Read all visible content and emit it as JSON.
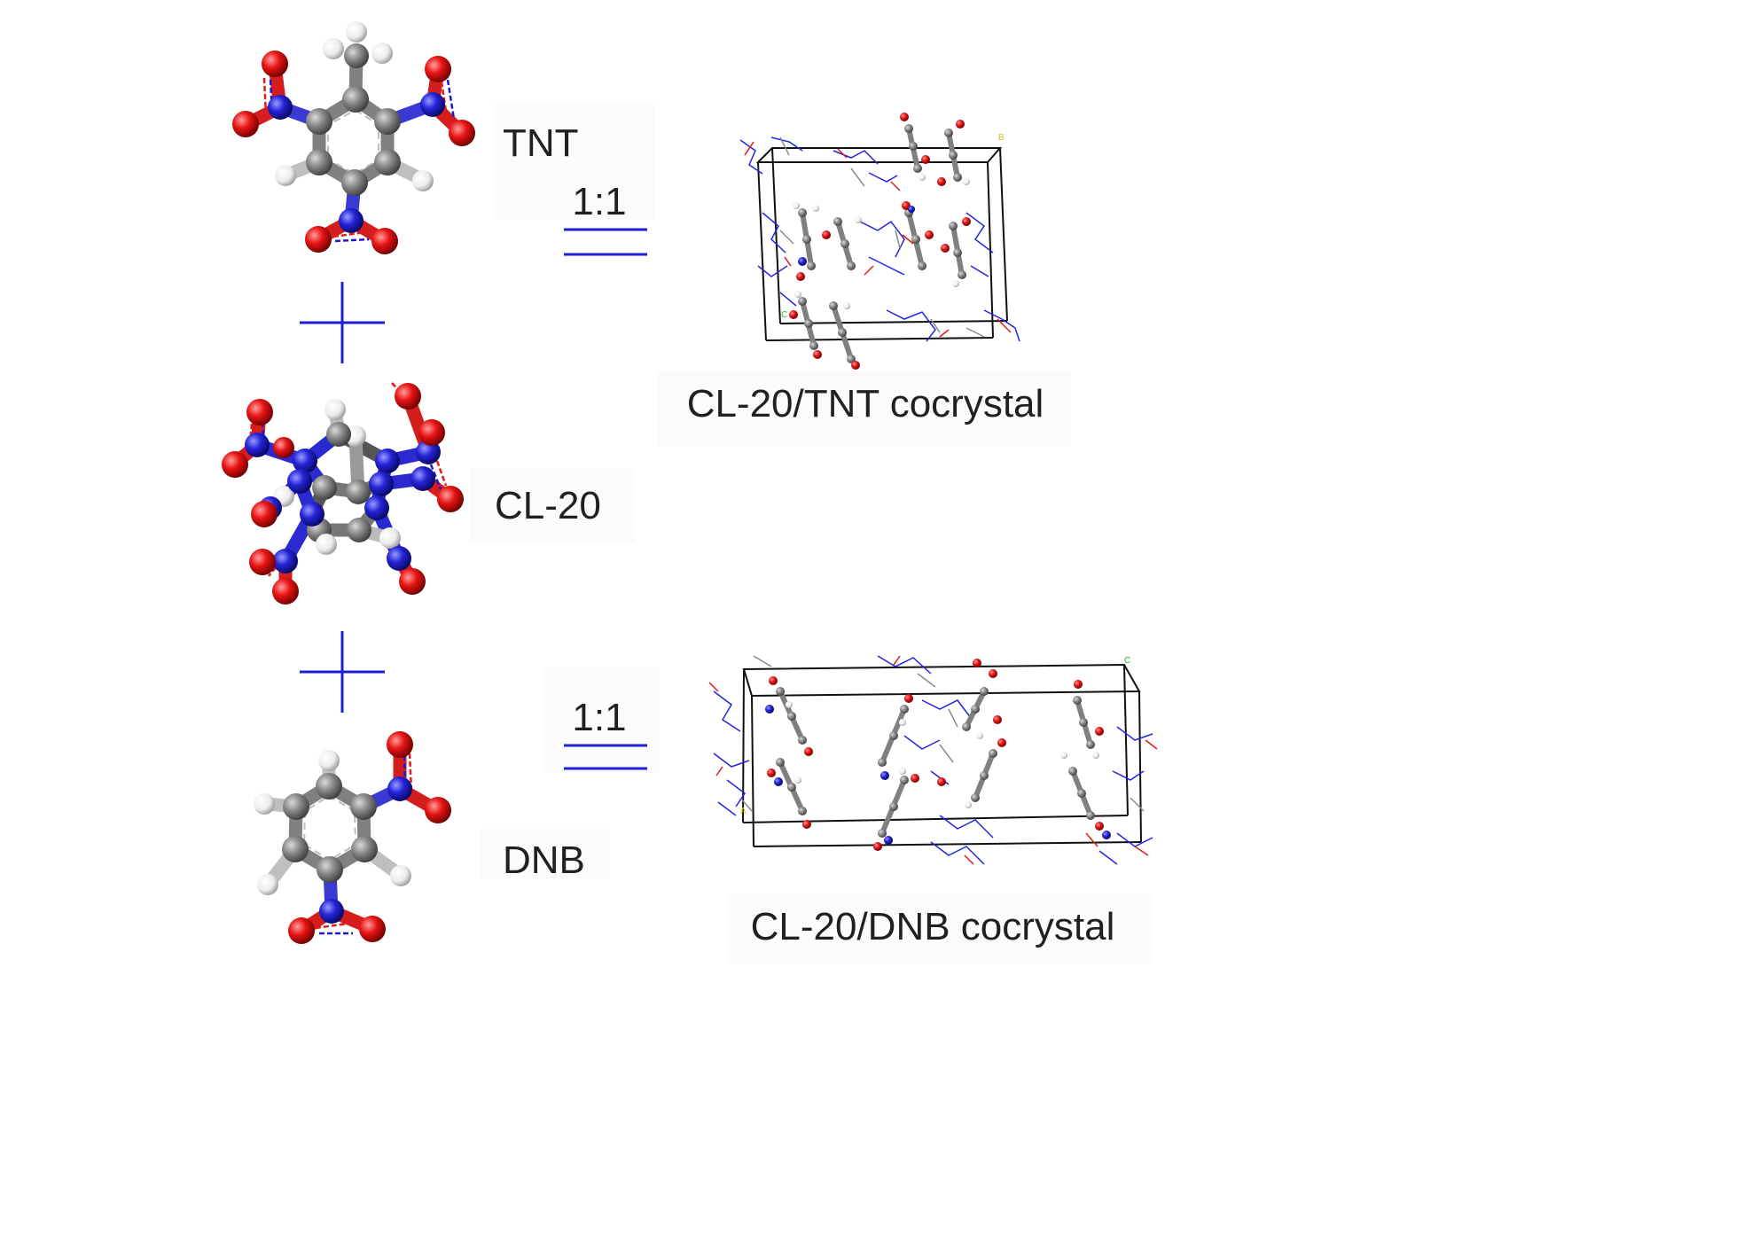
{
  "labels": {
    "tnt": "TNT",
    "cl20": "CL-20",
    "dnb": "DNB",
    "ratio_top": "1:1",
    "ratio_bottom": "1:1",
    "tnt_cocrystal": "CL-20/TNT cocrystal",
    "dnb_cocrystal": "CL-20/DNB cocrystal"
  },
  "axis_letters": {
    "tnt_cell_corner": "B",
    "tnt_cell_origin": "C",
    "dnb_cell_corner": "C",
    "dnb_cell_origin": "A"
  },
  "colors": {
    "carbon": "#808080",
    "oxygen": "#e41515",
    "nitrogen": "#2323d6",
    "hydrogen": "#f2f2f2",
    "operator": "#1f1fd6",
    "cell_edge": "#111111",
    "text": "#231f20"
  },
  "icons": [
    "plus-operator",
    "double-line-equals"
  ]
}
